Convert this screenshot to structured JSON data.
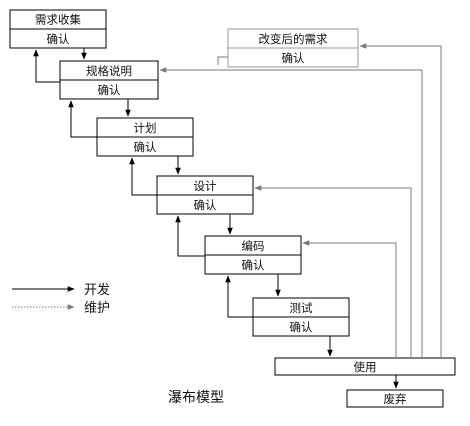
{
  "stages": [
    {
      "title": "需求收集",
      "status": "确认"
    },
    {
      "title": "规格说明",
      "status": "确认"
    },
    {
      "title": "计划",
      "status": "确认"
    },
    {
      "title": "设计",
      "status": "确认"
    },
    {
      "title": "编码",
      "status": "确认"
    },
    {
      "title": "测试",
      "status": "确认"
    }
  ],
  "changed_requirements": {
    "title": "改变后的需求",
    "status": "确认"
  },
  "use_stage": {
    "title": "使用"
  },
  "retire_stage": {
    "title": "废弃"
  },
  "legend": {
    "development": "开发",
    "maintenance": "维护"
  },
  "caption": "瀑布模型",
  "colors": {
    "development_line": "#000000",
    "maintenance_line": "#7a7a7a",
    "box_border": "#000000",
    "changed_box_border": "#999999"
  }
}
